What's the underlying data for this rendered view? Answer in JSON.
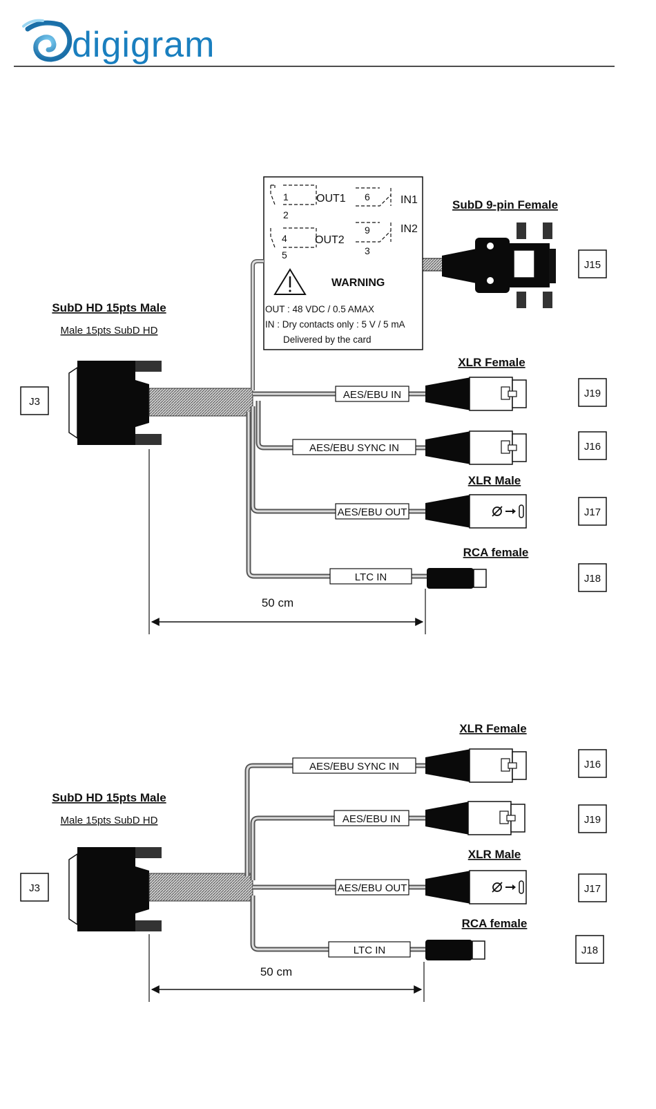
{
  "brand": {
    "name": "digigram"
  },
  "diagram1": {
    "subd_hd_title": "SubD HD 15pts Male",
    "subd_hd_subtitle": "Male 15pts SubD HD",
    "j3": "J3",
    "gpio_box": {
      "out1": "OUT1",
      "out2": "OUT2",
      "in1": "IN1",
      "in2": "IN2",
      "pin1": "1",
      "pin2": "2",
      "pin4": "4",
      "pin5": "5",
      "pin6": "6",
      "pin9": "9",
      "pin3": "3",
      "warning": "WARNING",
      "line1": "OUT : 48 VDC / 0.5 AMAX",
      "line2": "IN : Dry contacts only : 5 V / 5 mA",
      "line3": "Delivered by the card"
    },
    "subd9_title": "SubD 9-pin Female",
    "j15": "J15",
    "xlr_female": "XLR Female",
    "aes_in": "AES/EBU IN",
    "j19": "J19",
    "aes_sync_in": "AES/EBU SYNC IN",
    "j16": "J16",
    "xlr_male": "XLR Male",
    "aes_out": "AES/EBU OUT",
    "j17": "J17",
    "rca_female": "RCA female",
    "ltc_in": "LTC IN",
    "j18": "J18",
    "length": "50 cm"
  },
  "diagram2": {
    "subd_hd_title": "SubD HD 15pts Male",
    "subd_hd_subtitle": "Male 15pts SubD HD",
    "j3": "J3",
    "xlr_female": "XLR Female",
    "aes_sync_in": "AES/EBU SYNC IN",
    "j16": "J16",
    "aes_in": "AES/EBU IN",
    "j19": "J19",
    "xlr_male": "XLR Male",
    "aes_out": "AES/EBU OUT",
    "j17": "J17",
    "rca_female": "RCA female",
    "ltc_in": "LTC IN",
    "j18": "J18",
    "length": "50 cm"
  },
  "icons": {
    "logo": "spiral-logo-icon",
    "warning": "warning-triangle-icon",
    "phase": "phase-symbol-icon"
  },
  "colors": {
    "logo_blue": "#1a8fc9",
    "ink": "#111111",
    "connector": "#0a0a0a"
  }
}
